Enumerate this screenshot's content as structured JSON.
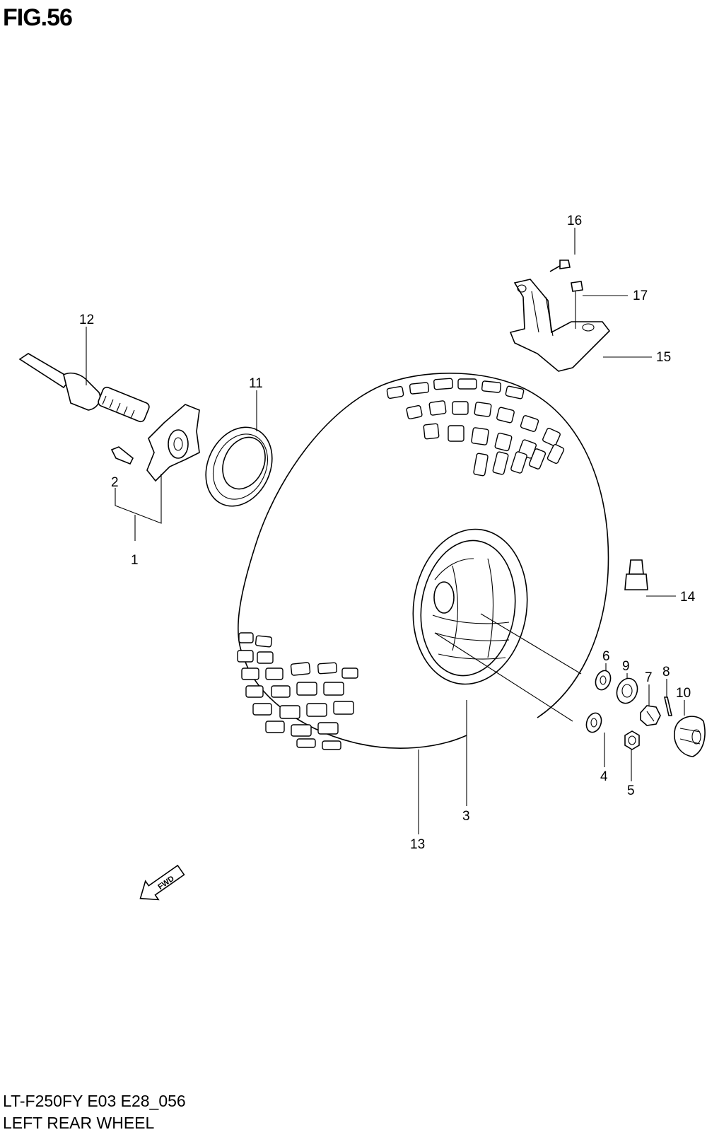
{
  "figure": {
    "title": "FIG.56"
  },
  "footer": {
    "model_code": "LT-F250FY E03 E28_056",
    "caption": "LEFT REAR WHEEL"
  },
  "fwd_arrow": {
    "label": "FWD"
  },
  "callouts": {
    "c1": "1",
    "c2": "2",
    "c3": "3",
    "c4": "4",
    "c5": "5",
    "c6": "6",
    "c7": "7",
    "c8": "8",
    "c9": "9",
    "c10": "10",
    "c11": "11",
    "c12": "12",
    "c13": "13",
    "c14": "14",
    "c15": "15",
    "c16": "16",
    "c17": "17"
  }
}
